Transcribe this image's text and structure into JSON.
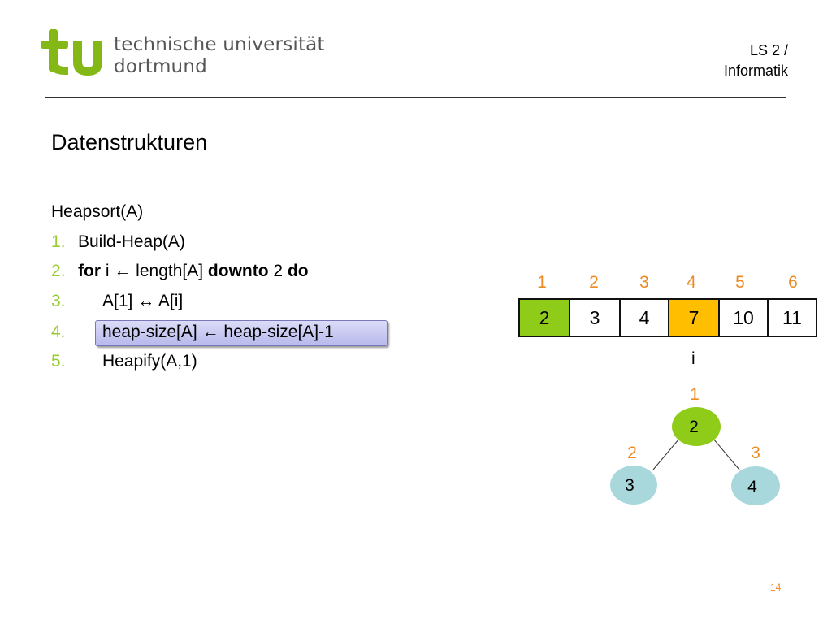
{
  "header": {
    "logo_line1": "technische universität",
    "logo_line2": "dortmund",
    "right_line1": "LS 2 /",
    "right_line2": "Informatik"
  },
  "slide": {
    "title": "Datenstrukturen",
    "algorithm_name": "Heapsort(A)",
    "steps": [
      {
        "num": "1.",
        "text": "Build-Heap(A)"
      },
      {
        "num": "2.",
        "kw_for": "for",
        "text_a": "i ← length[A]",
        "kw_downto": "downto",
        "text_b": "2",
        "kw_do": "do"
      },
      {
        "num": "3.",
        "text": "A[1] ↔ A[i]"
      },
      {
        "num": "4.",
        "text": "heap-size[A] ← heap-size[A]-1"
      },
      {
        "num": "5.",
        "text": "Heapify(A,1)"
      }
    ],
    "highlighted_step": 4
  },
  "array": {
    "indices": [
      "1",
      "2",
      "3",
      "4",
      "5",
      "6"
    ],
    "values": [
      "2",
      "3",
      "4",
      "7",
      "10",
      "11"
    ],
    "cell_colors": [
      "#8fcc1a",
      "#ffffff",
      "#ffffff",
      "#ffbf00",
      "#ffffff",
      "#ffffff"
    ],
    "pointer_label": "i",
    "pointer_index": 4
  },
  "tree": {
    "nodes": [
      {
        "index_label": "1",
        "value": "2",
        "color": "#8fcc1a"
      },
      {
        "index_label": "2",
        "value": "3",
        "color": "#a8d8dc"
      },
      {
        "index_label": "3",
        "value": "4",
        "color": "#a8d8dc"
      }
    ]
  },
  "footer": {
    "page_number": "14"
  },
  "colors": {
    "accent_green": "#99cc33",
    "index_orange": "#ee8a22",
    "logo_green": "#84b817"
  }
}
